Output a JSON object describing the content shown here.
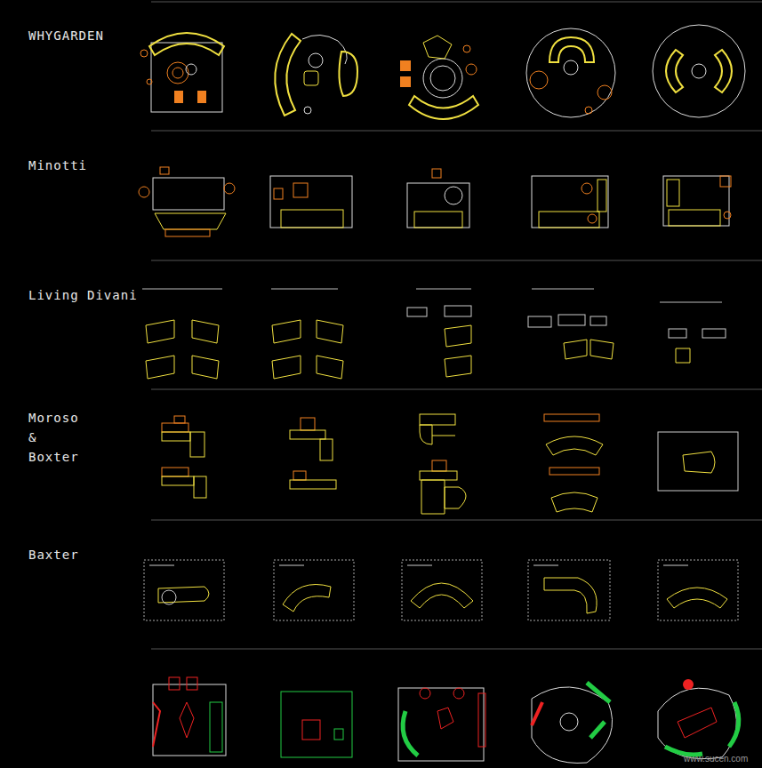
{
  "diagram": {
    "labels": [
      "WHYGARDEN",
      "Minotti",
      "Living Divani",
      "Moroso & Boxter",
      "Baxter",
      "www.sucen.com"
    ]
  }
}
